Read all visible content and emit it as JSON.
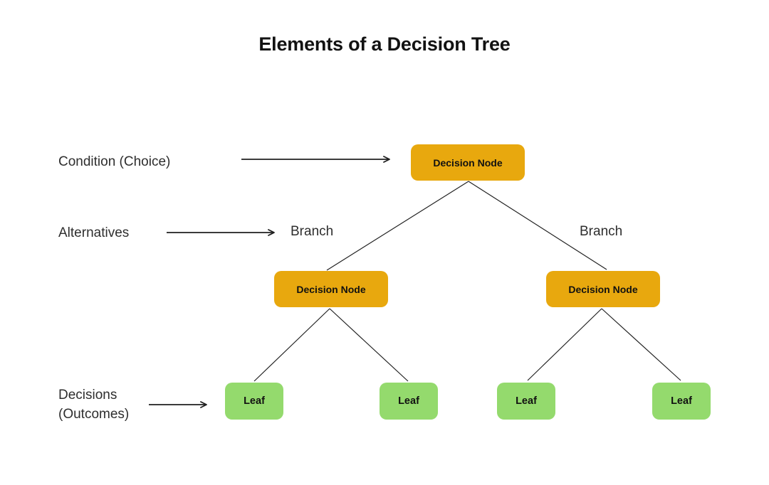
{
  "title": "Elements of a Decision Tree",
  "colors": {
    "decision_node": "#E8A80E",
    "leaf_node": "#94DA6D",
    "node_text": "#111111",
    "label_text": "#2E2E2E",
    "line": "#1F1F1F",
    "background": "#FFFFFF"
  },
  "legend": {
    "condition_label": "Condition (Choice)",
    "alternatives_label": "Alternatives",
    "decisions_label_line1": "Decisions",
    "decisions_label_line2": "(Outcomes)"
  },
  "tree": {
    "root": {
      "label": "Decision Node"
    },
    "branch_left_label": "Branch",
    "branch_right_label": "Branch",
    "children": [
      {
        "label": "Decision Node"
      },
      {
        "label": "Decision Node"
      }
    ],
    "leaves": [
      {
        "label": "Leaf"
      },
      {
        "label": "Leaf"
      },
      {
        "label": "Leaf"
      },
      {
        "label": "Leaf"
      }
    ]
  }
}
